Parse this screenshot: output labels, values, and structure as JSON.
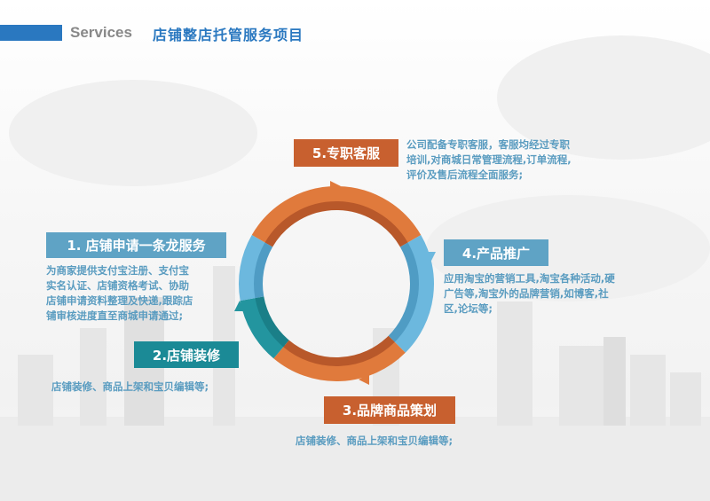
{
  "header": {
    "en": "Services",
    "cn": "店铺整店托管服务项目"
  },
  "steps": [
    {
      "label": "5.专职客服",
      "desc": [
        "公司配备专职客服，客服均经过专职",
        "培训,对商城日常管理流程,订单流程,",
        "评价及售后流程全面服务;"
      ]
    },
    {
      "label": "1. 店铺申请一条龙服务",
      "desc": [
        "为商家提供支付宝注册、支付宝",
        "实名认证、店铺资格考试、协助",
        "店铺申请资料整理及快递,跟踪店",
        "铺审核进度直至商城申请通过;"
      ]
    },
    {
      "label": "2.店铺装修",
      "desc": [
        "店铺装修、商品上架和宝贝编辑等;"
      ]
    },
    {
      "label": "4.产品推广",
      "desc": [
        "应用淘宝的营销工具,淘宝各种活动,硬",
        "广告等,淘宝外的品牌营销,如博客,社",
        "区,论坛等;"
      ]
    },
    {
      "label": "3.品牌商品策划",
      "desc": [
        "店铺装修、商品上架和宝贝编辑等;"
      ]
    }
  ],
  "colors": {
    "orange": "#e07a3c",
    "blue": "#6cb8de",
    "teal": "#23959f",
    "accent": "#2a78c0"
  }
}
